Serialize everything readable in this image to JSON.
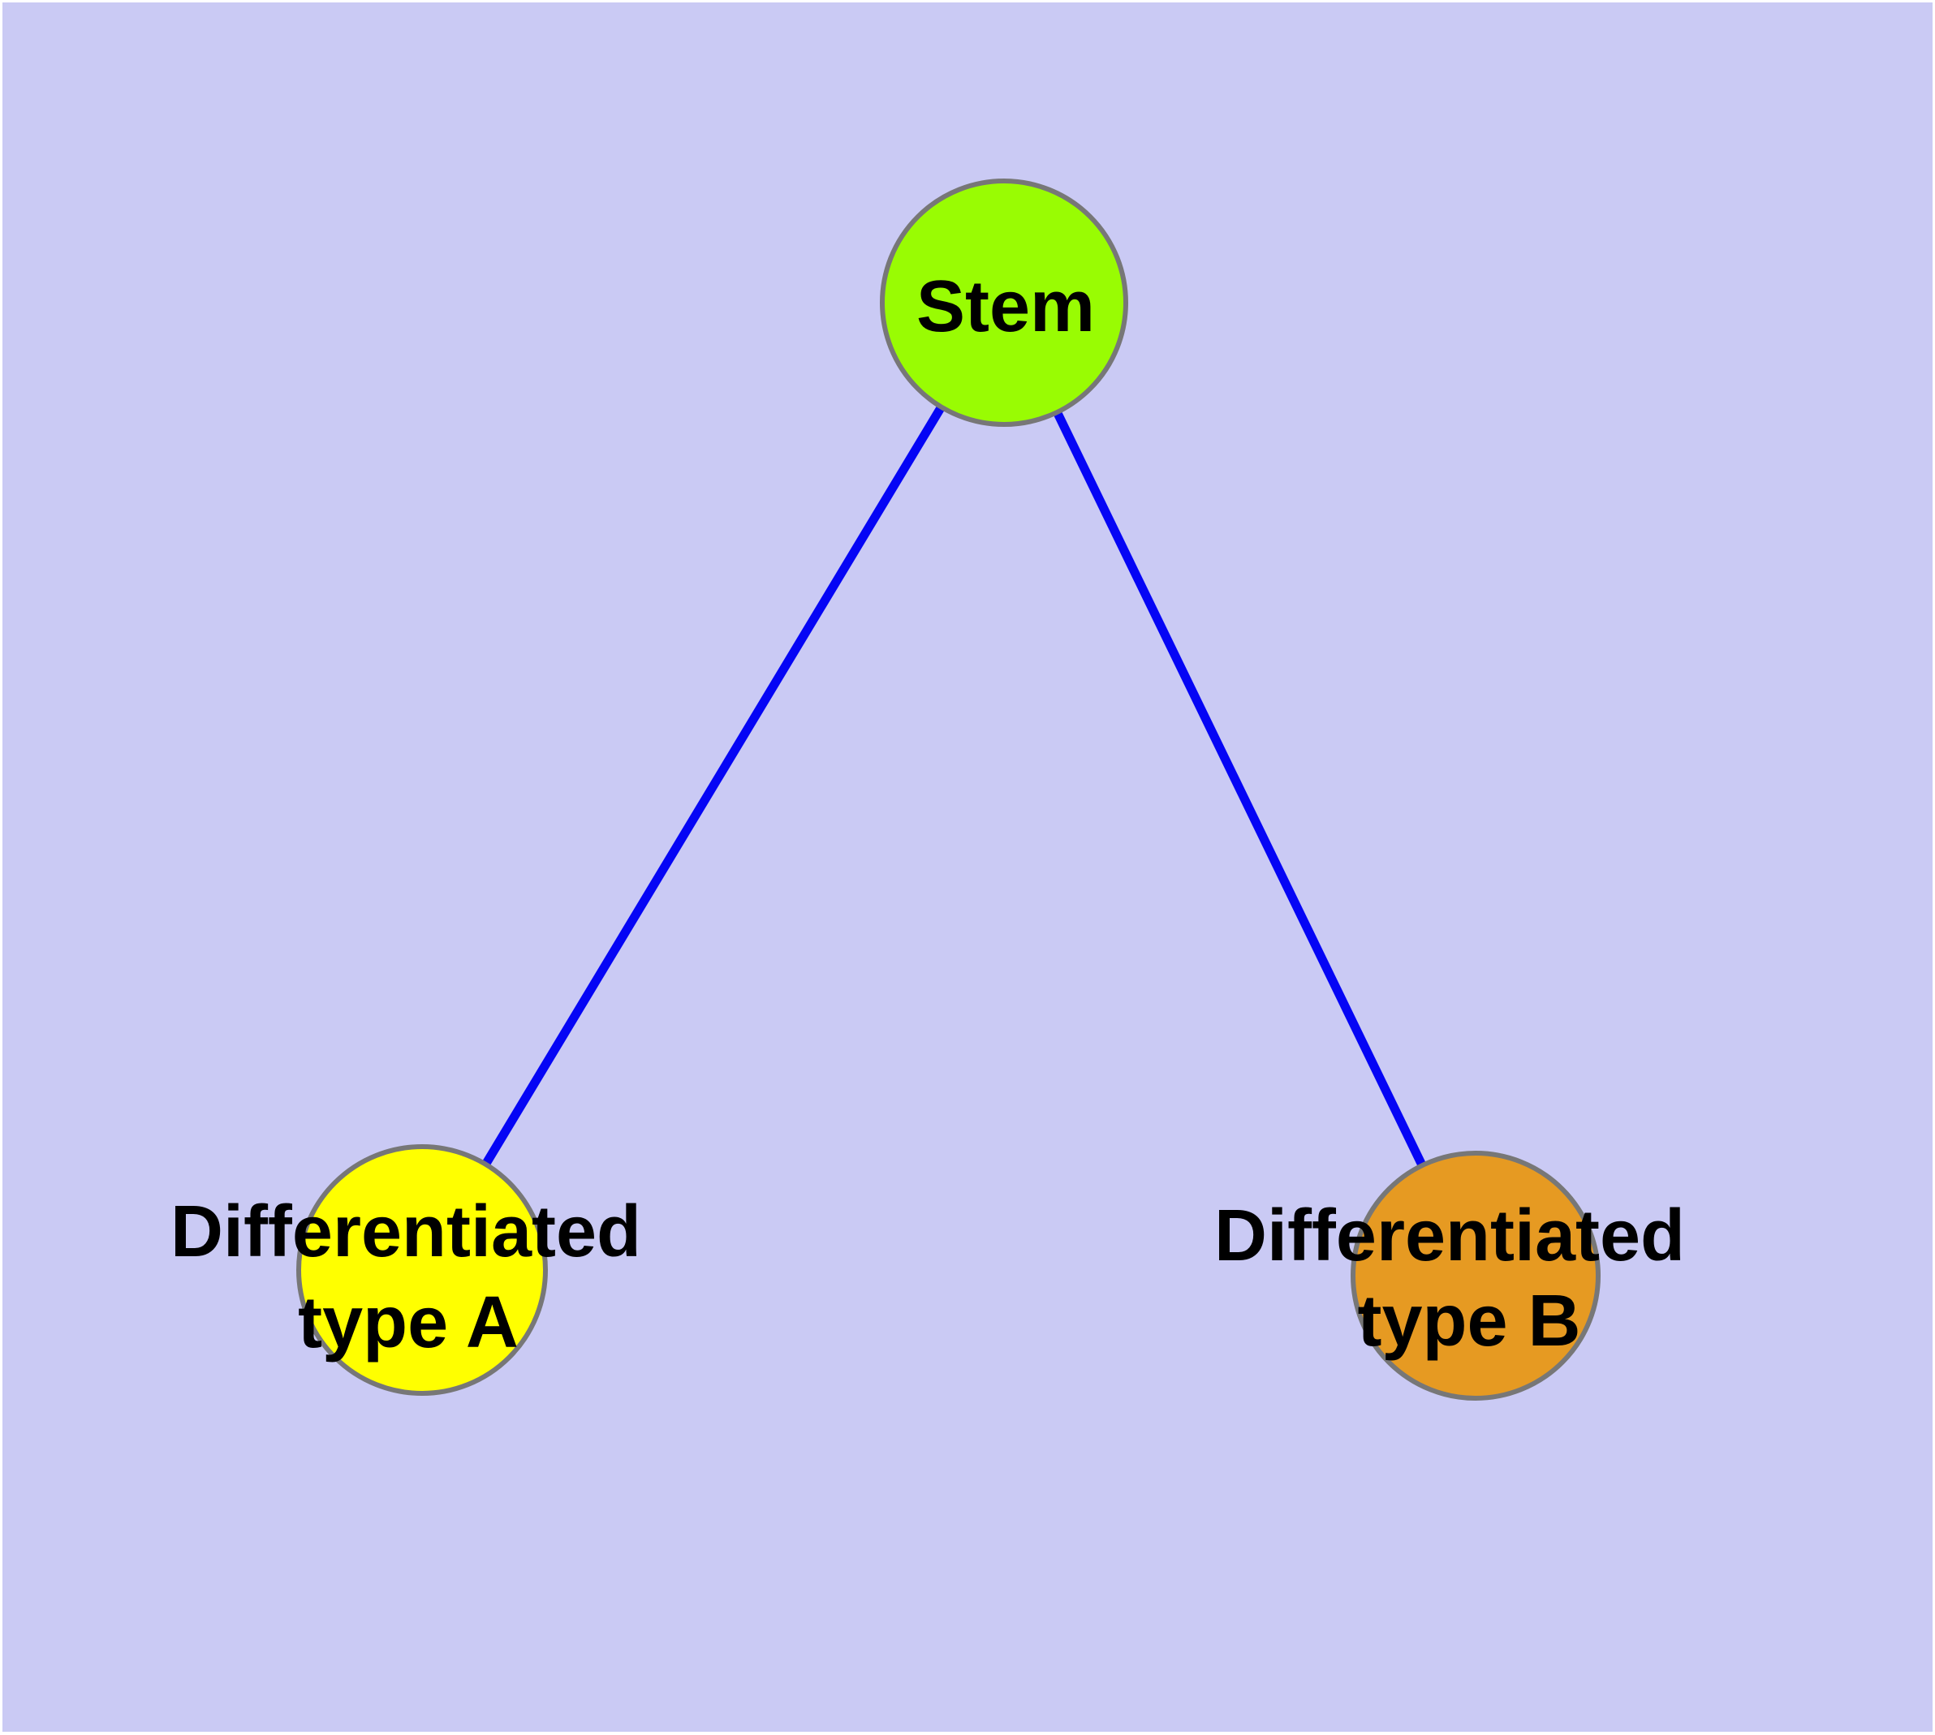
{
  "canvas": {
    "background_color": "#CACAF4",
    "frame_color": "#FFFFFF",
    "node_border_color": "#777777",
    "label_color": "#000000",
    "edge_color": "#0505F5"
  },
  "nodes": [
    {
      "id": "stem",
      "label": "Stem",
      "lines": [
        "Stem"
      ],
      "color": "#99FC03"
    },
    {
      "id": "diff-a",
      "label": "Differentiated type A",
      "lines": [
        "Differentiated",
        "type A"
      ],
      "color": "#FFFF00"
    },
    {
      "id": "diff-b",
      "label": "Differentiated type B",
      "lines": [
        "Differentiated",
        "type B"
      ],
      "color": "#E69A22"
    }
  ],
  "edges": [
    {
      "from": "stem",
      "to": "diff-a",
      "color": "#0505F5"
    },
    {
      "from": "stem",
      "to": "diff-b",
      "color": "#0505F5"
    }
  ]
}
